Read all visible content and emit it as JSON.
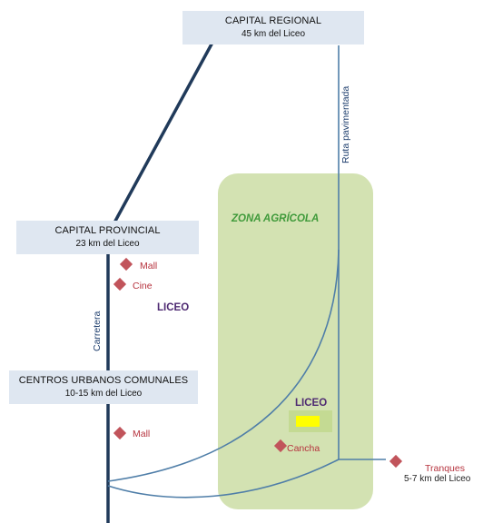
{
  "boxes": {
    "regional": {
      "title": "CAPITAL REGIONAL",
      "subtitle": "45 km del Liceo"
    },
    "provincial": {
      "title": "CAPITAL PROVINCIAL",
      "subtitle": "23 km del Liceo"
    },
    "comunales": {
      "title": "CENTROS URBANOS COMUNALES",
      "subtitle": "10-15 km del Liceo"
    }
  },
  "zone": {
    "title": "ZONA AGRÍCOLA"
  },
  "roads": {
    "ruta": "Ruta pavimentada",
    "carretera": "Carretera"
  },
  "places": {
    "mall_provincial": "Mall",
    "cine": "Cine",
    "liceo_outside": "LICEO",
    "mall_comunal": "Mall",
    "liceo": "LICEO",
    "cancha": "Cancha",
    "tranques": "Tranques",
    "tranques_dist": "5-7 km del Liceo"
  },
  "colors": {
    "zone_fill": "#d3e2b2",
    "road_dark": "#203a5a",
    "road_blue": "#4f7ea8",
    "marker": "#c1545b",
    "liceo_marker": "#ffff00"
  }
}
